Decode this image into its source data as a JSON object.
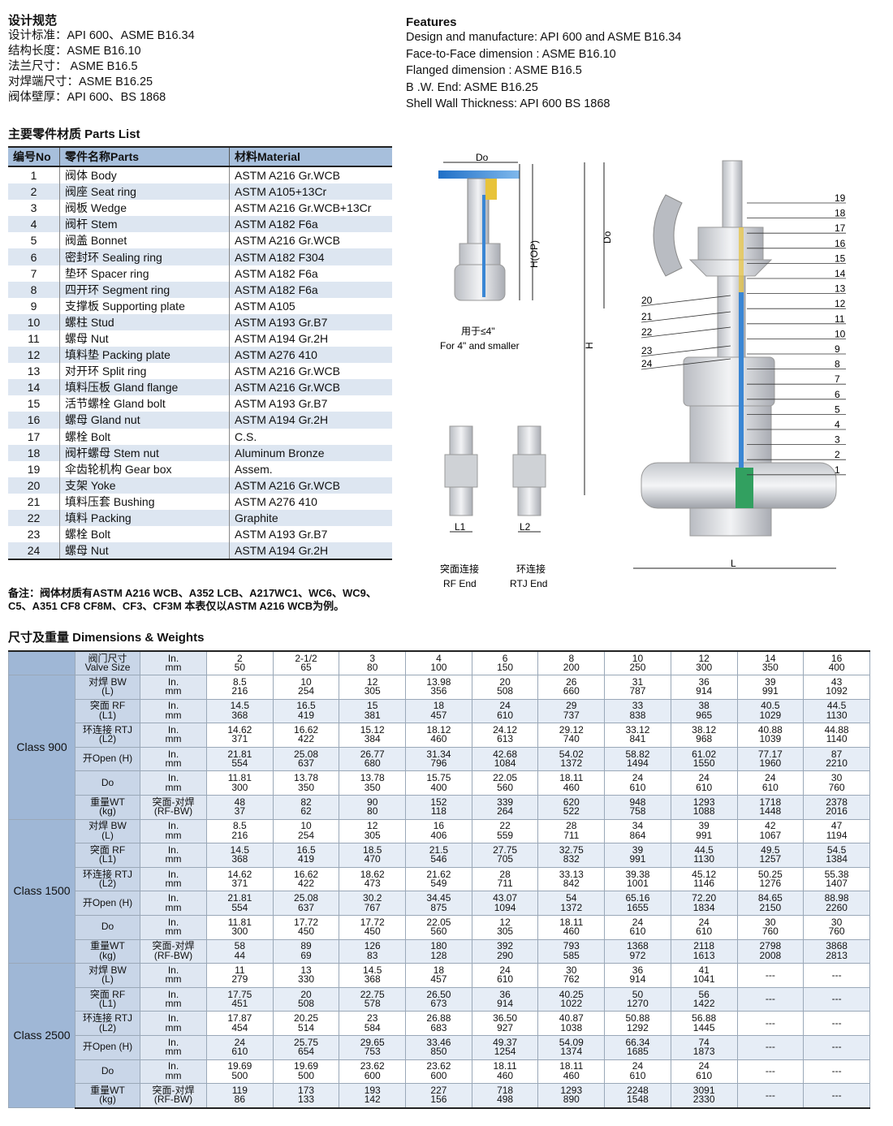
{
  "design_standards": {
    "title": "设计规范",
    "lines": [
      "设计标准：API 600、ASME B16.34",
      "结构长度：ASME B16.10",
      "法兰尺寸：  ASME B16.5",
      "对焊端尺寸：ASME B16.25",
      "阀体壁厚：API 600、BS 1868"
    ]
  },
  "features": {
    "title": "Features",
    "lines": [
      "Design and manufacture:  API 600 and ASME B16.34",
      "Face-to-Face dimension : ASME B16.10",
      "Flanged dimension : ASME B16.5",
      "B .W. End: ASME B16.25",
      "Shell Wall Thickness: API 600 BS 1868"
    ]
  },
  "parts": {
    "title": "主要零件材质 Parts List",
    "headers": [
      "编号No",
      "零件名称Parts",
      "材料Material"
    ],
    "rows": [
      [
        "1",
        "阀体 Body",
        "ASTM A216 Gr.WCB"
      ],
      [
        "2",
        "阀座 Seat ring",
        "ASTM A105+13Cr"
      ],
      [
        "3",
        "阀板 Wedge",
        "ASTM A216 Gr.WCB+13Cr"
      ],
      [
        "4",
        "阀杆 Stem",
        "ASTM A182 F6a"
      ],
      [
        "5",
        "阀盖 Bonnet",
        "ASTM A216 Gr.WCB"
      ],
      [
        "6",
        "密封环 Sealing ring",
        "ASTM A182 F304"
      ],
      [
        "7",
        "垫环 Spacer ring",
        "ASTM A182 F6a"
      ],
      [
        "8",
        "四开环 Segment ring",
        "ASTM A182 F6a"
      ],
      [
        "9",
        "支撑板 Supporting plate",
        "ASTM A105"
      ],
      [
        "10",
        "螺柱 Stud",
        "ASTM A193 Gr.B7"
      ],
      [
        "11",
        "螺母 Nut",
        "ASTM A194 Gr.2H"
      ],
      [
        "12",
        "填料垫 Packing plate",
        "ASTM A276 410"
      ],
      [
        "13",
        "对开环 Split ring",
        "ASTM A216 Gr.WCB"
      ],
      [
        "14",
        "填料压板 Gland flange",
        "ASTM A216 Gr.WCB"
      ],
      [
        "15",
        "活节螺栓 Gland bolt",
        "ASTM A193 Gr.B7"
      ],
      [
        "16",
        "螺母 Gland nut",
        "ASTM A194 Gr.2H"
      ],
      [
        "17",
        "螺栓 Bolt",
        "C.S."
      ],
      [
        "18",
        "阀杆螺母 Stem nut",
        "Aluminum Bronze"
      ],
      [
        "19",
        "伞齿轮机构 Gear box",
        "Assem."
      ],
      [
        "20",
        "支架 Yoke",
        "ASTM A216 Gr.WCB"
      ],
      [
        "21",
        "填料压套 Bushing",
        "ASTM A276 410"
      ],
      [
        "22",
        "填料 Packing",
        "Graphite"
      ],
      [
        "23",
        "螺栓 Bolt",
        "ASTM A193 Gr.B7"
      ],
      [
        "24",
        "螺母 Nut",
        "ASTM A194 Gr.2H"
      ]
    ]
  },
  "note": [
    "备注：阀体材质有ASTM A216 WCB、A352 LCB、A217WC1、WC6、WC9、",
    "C5、A351 CF8 CF8M、CF3、CF3M 本表仅以ASTM A216 WCB为例。"
  ],
  "diagram": {
    "small_do": "Do",
    "small_hop": "H(OP)",
    "caption_cn": "用于≤4\"",
    "caption_en": "For 4\" and smaller",
    "l1": "L1",
    "l2": "L2",
    "rf_cn": "突面连接",
    "rf_en": "RF End",
    "rtj_cn": "环连接",
    "rtj_en": "RTJ End",
    "big_do": "Do",
    "big_h": "H",
    "big_l": "L",
    "callouts_right": [
      "19",
      "18",
      "17",
      "16",
      "15",
      "14",
      "13",
      "12",
      "11",
      "10",
      "9",
      "8",
      "7",
      "6",
      "5",
      "4",
      "3",
      "2",
      "1"
    ],
    "callouts_left": [
      "20",
      "21",
      "22",
      "23",
      "24"
    ]
  },
  "dimensions": {
    "title": "尺寸及重量 Dimensions & Weights",
    "header": {
      "label_cn": "阀门尺寸",
      "label_en": "Valve Size",
      "unit_in": "In.",
      "unit_mm": "mm",
      "sizes_in": [
        "2",
        "2-1/2",
        "3",
        "4",
        "6",
        "8",
        "10",
        "12",
        "14",
        "16"
      ],
      "sizes_mm": [
        "50",
        "65",
        "80",
        "100",
        "150",
        "200",
        "250",
        "300",
        "350",
        "400"
      ]
    },
    "classes": [
      {
        "name": "Class 900",
        "rows": [
          {
            "l1": "对焊 BW",
            "l2": "(L)",
            "u1": "In.",
            "u2": "mm",
            "a": [
              "8.5",
              "10",
              "12",
              "13.98",
              "20",
              "26",
              "31",
              "36",
              "39",
              "43"
            ],
            "b": [
              "216",
              "254",
              "305",
              "356",
              "508",
              "660",
              "787",
              "914",
              "991",
              "1092"
            ]
          },
          {
            "l1": "突面 RF",
            "l2": "(L1)",
            "u1": "In.",
            "u2": "mm",
            "a": [
              "14.5",
              "16.5",
              "15",
              "18",
              "24",
              "29",
              "33",
              "38",
              "40.5",
              "44.5"
            ],
            "b": [
              "368",
              "419",
              "381",
              "457",
              "610",
              "737",
              "838",
              "965",
              "1029",
              "1130"
            ]
          },
          {
            "l1": "环连接 RTJ",
            "l2": "(L2)",
            "u1": "In.",
            "u2": "mm",
            "a": [
              "14.62",
              "16.62",
              "15.12",
              "18.12",
              "24.12",
              "29.12",
              "33.12",
              "38.12",
              "40.88",
              "44.88"
            ],
            "b": [
              "371",
              "422",
              "384",
              "460",
              "613",
              "740",
              "841",
              "968",
              "1039",
              "1140"
            ]
          },
          {
            "l1": "开Open (H)",
            "l2": "",
            "u1": "In.",
            "u2": "mm",
            "a": [
              "21.81",
              "25.08",
              "26.77",
              "31.34",
              "42.68",
              "54.02",
              "58.82",
              "61.02",
              "77.17",
              "87"
            ],
            "b": [
              "554",
              "637",
              "680",
              "796",
              "1084",
              "1372",
              "1494",
              "1550",
              "1960",
              "2210"
            ]
          },
          {
            "l1": "Do",
            "l2": "",
            "u1": "In.",
            "u2": "mm",
            "a": [
              "11.81",
              "13.78",
              "13.78",
              "15.75",
              "22.05",
              "18.11",
              "24",
              "24",
              "24",
              "30"
            ],
            "b": [
              "300",
              "350",
              "350",
              "400",
              "560",
              "460",
              "610",
              "610",
              "610",
              "760"
            ]
          },
          {
            "l1": "重量WT",
            "l2": "(kg)",
            "u1": "突面-对焊",
            "u2": "(RF-BW)",
            "a": [
              "48",
              "82",
              "90",
              "152",
              "339",
              "620",
              "948",
              "1293",
              "1718",
              "2378"
            ],
            "b": [
              "37",
              "62",
              "80",
              "118",
              "264",
              "522",
              "758",
              "1088",
              "1448",
              "2016"
            ]
          }
        ]
      },
      {
        "name": "Class 1500",
        "rows": [
          {
            "l1": "对焊 BW",
            "l2": "(L)",
            "u1": "In.",
            "u2": "mm",
            "a": [
              "8.5",
              "10",
              "12",
              "16",
              "22",
              "28",
              "34",
              "39",
              "42",
              "47"
            ],
            "b": [
              "216",
              "254",
              "305",
              "406",
              "559",
              "711",
              "864",
              "991",
              "1067",
              "1194"
            ]
          },
          {
            "l1": "突面 RF",
            "l2": "(L1)",
            "u1": "In.",
            "u2": "mm",
            "a": [
              "14.5",
              "16.5",
              "18.5",
              "21.5",
              "27.75",
              "32.75",
              "39",
              "44.5",
              "49.5",
              "54.5"
            ],
            "b": [
              "368",
              "419",
              "470",
              "546",
              "705",
              "832",
              "991",
              "1130",
              "1257",
              "1384"
            ]
          },
          {
            "l1": "环连接 RTJ",
            "l2": "(L2)",
            "u1": "In.",
            "u2": "mm",
            "a": [
              "14.62",
              "16.62",
              "18.62",
              "21.62",
              "28",
              "33.13",
              "39.38",
              "45.12",
              "50.25",
              "55.38"
            ],
            "b": [
              "371",
              "422",
              "473",
              "549",
              "711",
              "842",
              "1001",
              "1146",
              "1276",
              "1407"
            ]
          },
          {
            "l1": "开Open (H)",
            "l2": "",
            "u1": "In.",
            "u2": "mm",
            "a": [
              "21.81",
              "25.08",
              "30.2",
              "34.45",
              "43.07",
              "54",
              "65.16",
              "72.20",
              "84.65",
              "88.98"
            ],
            "b": [
              "554",
              "637",
              "767",
              "875",
              "1094",
              "1372",
              "1655",
              "1834",
              "2150",
              "2260"
            ]
          },
          {
            "l1": "Do",
            "l2": "",
            "u1": "In.",
            "u2": "mm",
            "a": [
              "11.81",
              "17.72",
              "17.72",
              "22.05",
              "12",
              "18.11",
              "24",
              "24",
              "30",
              "30"
            ],
            "b": [
              "300",
              "450",
              "450",
              "560",
              "305",
              "460",
              "610",
              "610",
              "760",
              "760"
            ]
          },
          {
            "l1": "重量WT",
            "l2": "(kg)",
            "u1": "突面-对焊",
            "u2": "(RF-BW)",
            "a": [
              "58",
              "89",
              "126",
              "180",
              "392",
              "793",
              "1368",
              "2118",
              "2798",
              "3868"
            ],
            "b": [
              "44",
              "69",
              "83",
              "128",
              "290",
              "585",
              "972",
              "1613",
              "2008",
              "2813"
            ]
          }
        ]
      },
      {
        "name": "Class 2500",
        "rows": [
          {
            "l1": "对焊 BW",
            "l2": "(L)",
            "u1": "In.",
            "u2": "mm",
            "a": [
              "11",
              "13",
              "14.5",
              "18",
              "24",
              "30",
              "36",
              "41",
              "---",
              "---"
            ],
            "b": [
              "279",
              "330",
              "368",
              "457",
              "610",
              "762",
              "914",
              "1041",
              "",
              ""
            ]
          },
          {
            "l1": "突面 RF",
            "l2": "(L1)",
            "u1": "In.",
            "u2": "mm",
            "a": [
              "17.75",
              "20",
              "22.75",
              "26.50",
              "36",
              "40.25",
              "50",
              "56",
              "---",
              "---"
            ],
            "b": [
              "451",
              "508",
              "578",
              "673",
              "914",
              "1022",
              "1270",
              "1422",
              "",
              ""
            ]
          },
          {
            "l1": "环连接 RTJ",
            "l2": "(L2)",
            "u1": "In.",
            "u2": "mm",
            "a": [
              "17.87",
              "20.25",
              "23",
              "26.88",
              "36.50",
              "40.87",
              "50.88",
              "56.88",
              "---",
              "---"
            ],
            "b": [
              "454",
              "514",
              "584",
              "683",
              "927",
              "1038",
              "1292",
              "1445",
              "",
              ""
            ]
          },
          {
            "l1": "开Open (H)",
            "l2": "",
            "u1": "In.",
            "u2": "mm",
            "a": [
              "24",
              "25.75",
              "29.65",
              "33.46",
              "49.37",
              "54.09",
              "66.34",
              "74",
              "---",
              "---"
            ],
            "b": [
              "610",
              "654",
              "753",
              "850",
              "1254",
              "1374",
              "1685",
              "1873",
              "",
              ""
            ]
          },
          {
            "l1": "Do",
            "l2": "",
            "u1": "In.",
            "u2": "mm",
            "a": [
              "19.69",
              "19.69",
              "23.62",
              "23.62",
              "18.11",
              "18.11",
              "24",
              "24",
              "---",
              "---"
            ],
            "b": [
              "500",
              "500",
              "600",
              "600",
              "460",
              "460",
              "610",
              "610",
              "",
              ""
            ]
          },
          {
            "l1": "重量WT",
            "l2": "(kg)",
            "u1": "突面-对焊",
            "u2": "(RF-BW)",
            "a": [
              "119",
              "173",
              "193",
              "227",
              "718",
              "1293",
              "2248",
              "3091",
              "---",
              "---"
            ],
            "b": [
              "86",
              "133",
              "142",
              "156",
              "498",
              "890",
              "1548",
              "2330",
              "",
              ""
            ]
          }
        ]
      }
    ]
  }
}
